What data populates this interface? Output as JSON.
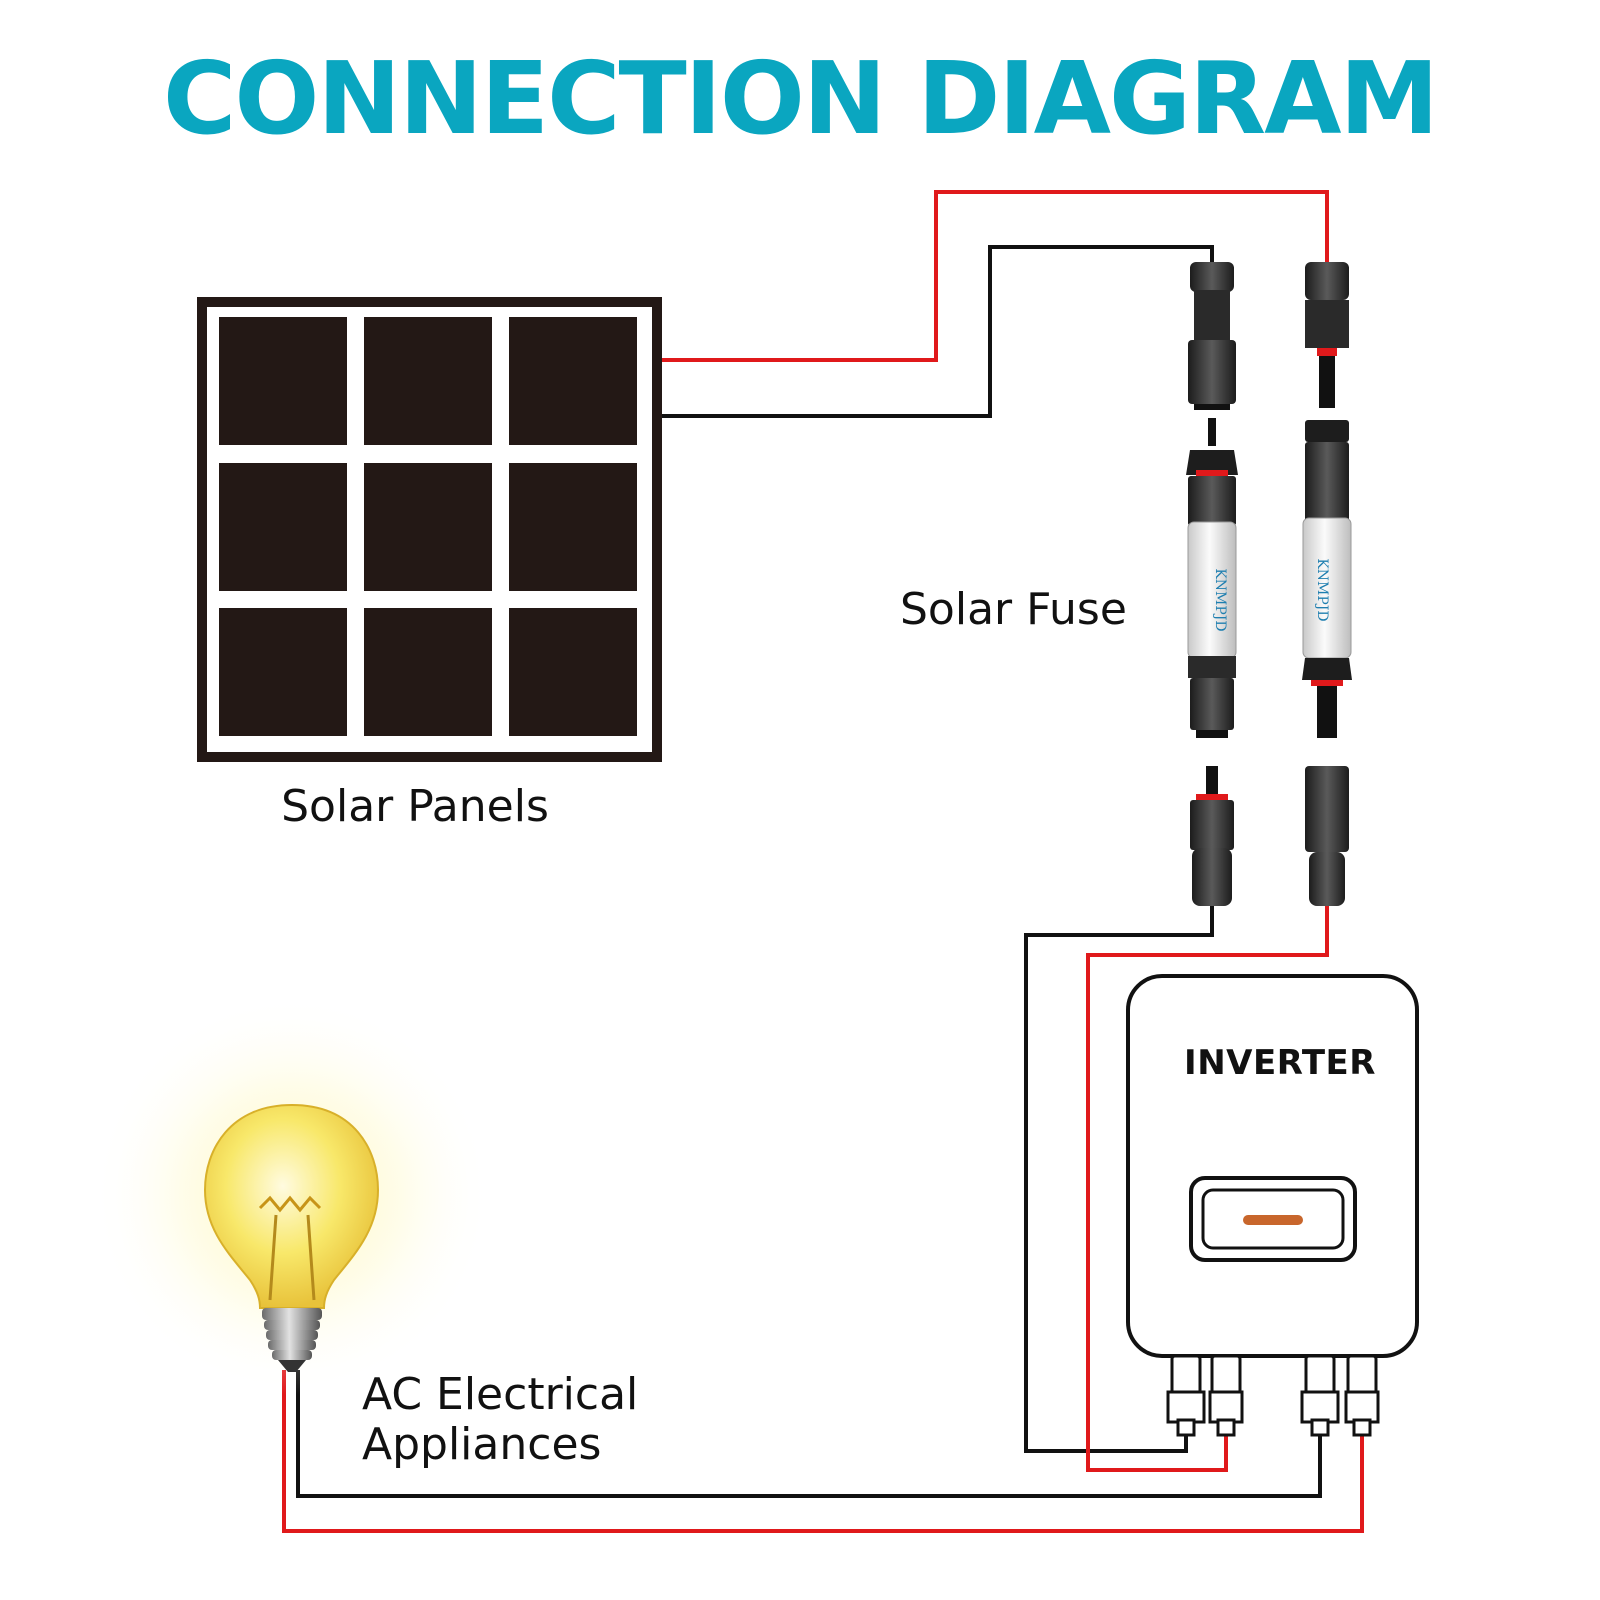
{
  "title": "CONNECTION DIAGRAM",
  "labels": {
    "solar_panels": "Solar Panels",
    "solar_fuse": "Solar Fuse",
    "inverter": "INVERTER",
    "ac_line1": "AC Electrical",
    "ac_line2": "Appliances"
  },
  "fuse_brand": "KNMPJD",
  "colors": {
    "title": "#0aa6c0",
    "positive_wire": "#e0191b",
    "negative_wire": "#111111",
    "panel_cell": "#231815",
    "display_led": "#c8662c",
    "bulb_glass": "#f6de50"
  }
}
